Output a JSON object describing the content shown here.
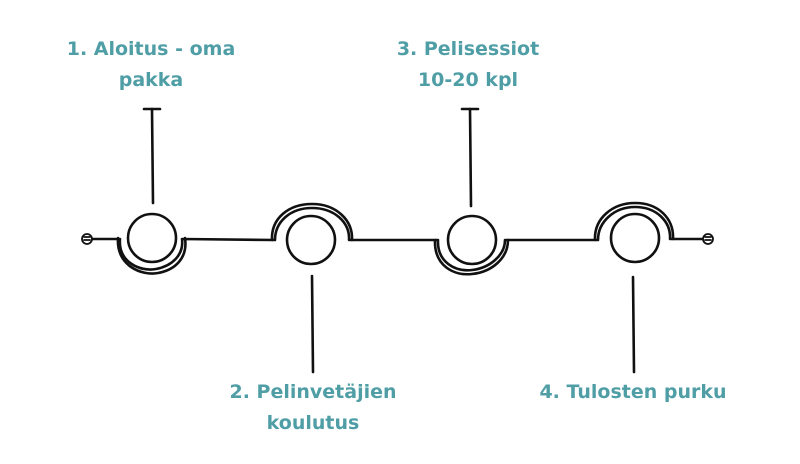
{
  "colors": {
    "label": "#4f9ea6",
    "line": "#111111",
    "background": "#ffffff"
  },
  "steps": [
    {
      "lines": [
        "1.  Aloitus - oma",
        "pakka"
      ]
    },
    {
      "lines": [
        "2. Pelinvetäjien",
        "koulutus"
      ]
    },
    {
      "lines": [
        "3. Pelisessiot",
        "10-20 kpl"
      ]
    },
    {
      "lines": [
        "4. Tulosten purku"
      ]
    }
  ]
}
